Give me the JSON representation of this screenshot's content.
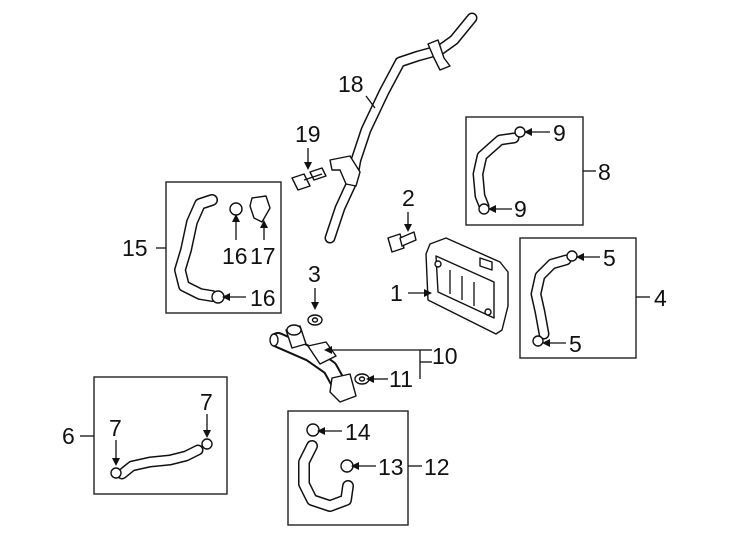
{
  "callouts": {
    "c1": "1",
    "c2": "2",
    "c3": "3",
    "c4": "4",
    "c5a": "5",
    "c5b": "5",
    "c6": "6",
    "c7a": "7",
    "c7b": "7",
    "c8": "8",
    "c9a": "9",
    "c9b": "9",
    "c10": "10",
    "c11": "11",
    "c12": "12",
    "c13": "13",
    "c14": "14",
    "c15": "15",
    "c16a": "16",
    "c16b": "16",
    "c17": "17",
    "c18": "18",
    "c19": "19"
  }
}
